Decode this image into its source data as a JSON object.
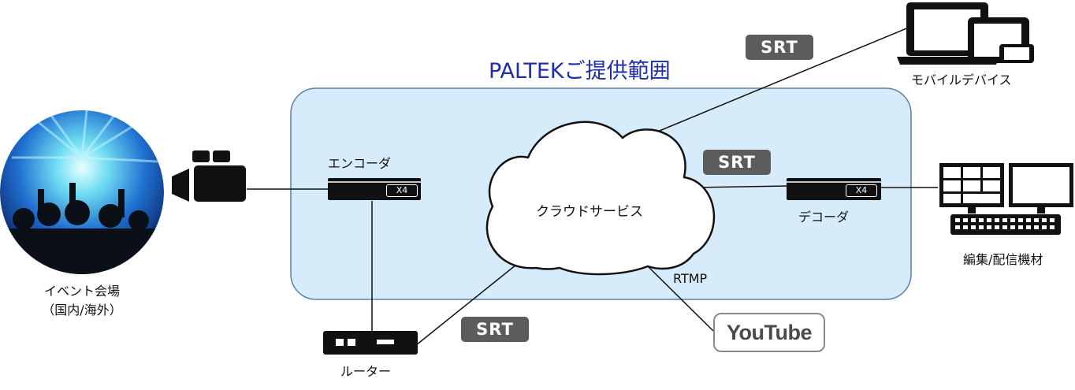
{
  "title": "PALTEKご提供範囲",
  "labels": {
    "venue_line1": "イベント会場",
    "venue_line2": "（国内/海外）",
    "encoder": "エンコーダ",
    "cloud": "クラウドサービス",
    "decoder": "デコーダ",
    "router": "ルーター",
    "mobile": "モバイルデバイス",
    "editing": "編集/配信機材",
    "rtmp": "RTMP"
  },
  "badges": {
    "srt_mobile": "SRT",
    "srt_decoder": "SRT",
    "srt_router": "SRT"
  },
  "device_marks": {
    "encoder_x4": "X4",
    "decoder_x4": "X4"
  },
  "youtube": "YouTube",
  "colors": {
    "title": "#1f2fa8",
    "region_fill": "#d7ecfa",
    "region_border": "#5f7fa6",
    "badge": "#5c5c5c"
  },
  "icons": [
    "concert-photo",
    "video-camera-icon",
    "cloud-icon",
    "laptop-icon",
    "tablet-icon",
    "phone-icon",
    "monitor-icon",
    "keyboard-icon",
    "router-icon"
  ]
}
